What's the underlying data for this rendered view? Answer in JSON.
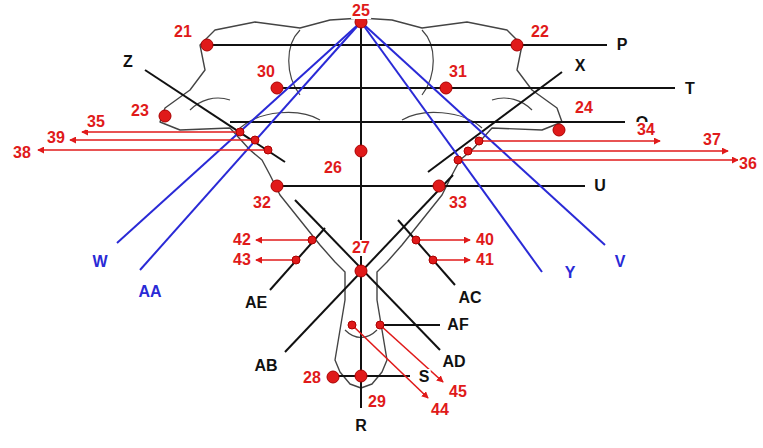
{
  "diagram": {
    "labels": [
      "25",
      "21",
      "22",
      "P",
      "30",
      "31",
      "T",
      "X",
      "Z",
      "23",
      "24",
      "Q",
      "35",
      "39",
      "38",
      "34",
      "37",
      "36",
      "26",
      "32",
      "33",
      "U",
      "42",
      "40",
      "43",
      "41",
      "W",
      "AA",
      "Y",
      "V",
      "27",
      "AE",
      "AC",
      "AF",
      "AB",
      "AD",
      "45",
      "44",
      "28",
      "S",
      "29",
      "R"
    ]
  }
}
